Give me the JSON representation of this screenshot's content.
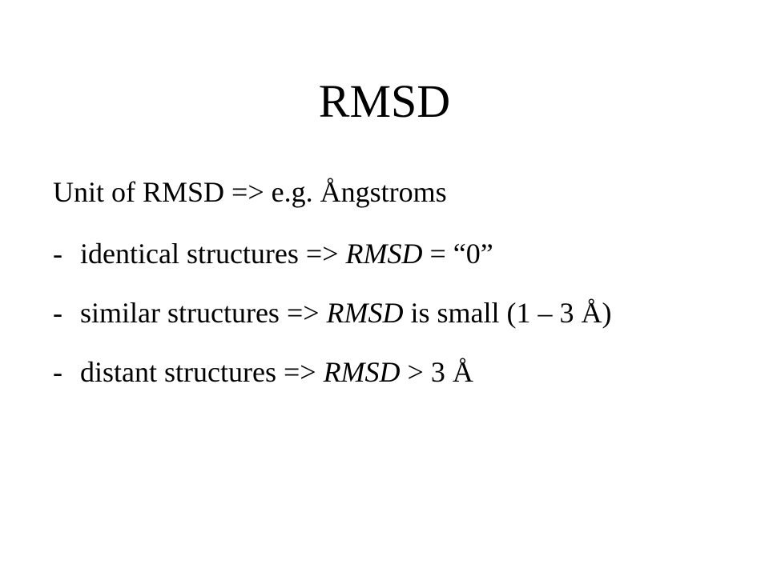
{
  "slide": {
    "title": "RMSD",
    "intro": "Unit of RMSD => e.g. Ångstroms",
    "bullets": [
      {
        "marker": "-",
        "before": "identical structures => ",
        "emph": "RMSD",
        "after": " = “0”"
      },
      {
        "marker": "-",
        "before": "similar structures => ",
        "emph": "RMSD",
        "after": " is small (1 – 3 Å)"
      },
      {
        "marker": "-",
        "before": "distant structures => ",
        "emph": "RMSD",
        "after": " > 3 Å"
      }
    ]
  }
}
